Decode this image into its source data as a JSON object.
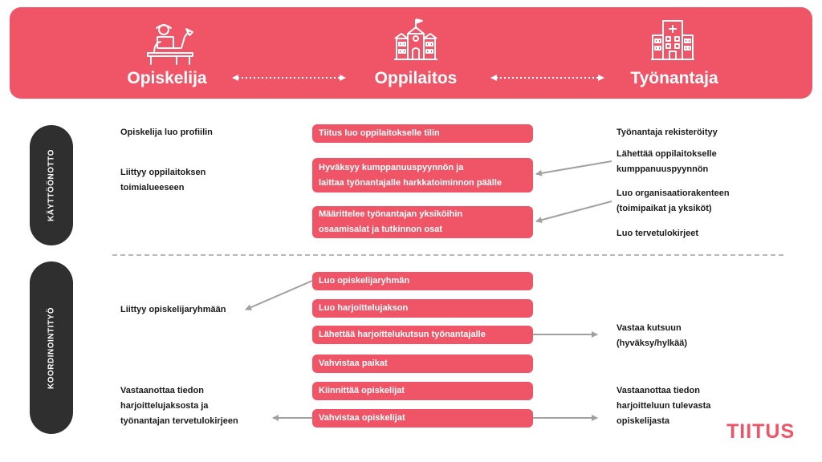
{
  "header": {
    "actors": [
      {
        "label": "Opiskelija",
        "icon": "student-at-desk-icon"
      },
      {
        "label": "Oppilaitos",
        "icon": "school-building-icon"
      },
      {
        "label": "Työnantaja",
        "icon": "hospital-building-icon"
      }
    ]
  },
  "sections": {
    "kayttoonotto": "KÄYTTÖÖNOTTO",
    "koordinointityo": "KOORDINOINTITYÖ"
  },
  "student": {
    "s1": "Opiskelija luo profiilin",
    "s2a": "Liittyy oppilaitoksen",
    "s2b": "toimialueeseen",
    "s3": "Liittyy opiskelijaryhmään",
    "s4a": "Vastaanottaa tiedon",
    "s4b": "harjoittelujaksosta ja",
    "s4c": "työnantajan tervetulokirjeen"
  },
  "school": {
    "b1": "Tiitus luo oppilaitokselle tilin",
    "b2a": "Hyväksyy kumppanuuspyynnön ja",
    "b2b": "laittaa työnantajalle harkkatoiminnon päälle",
    "b3a": "Määrittelee työnantajan yksiköihin",
    "b3b": "osaamisalat ja tutkinnon osat",
    "b4": "Luo opiskelijaryhmän",
    "b5": "Luo harjoittelujakson",
    "b6": "Lähettää harjoittelukutsun työnantajalle",
    "b7": "Vahvistaa paikat",
    "b8": "Kiinnittää opiskelijat",
    "b9": "Vahvistaa opiskelijat"
  },
  "employer": {
    "e1": "Työnantaja rekisteröityy",
    "e2a": "Lähettää oppilaitokselle",
    "e2b": "kumppanuuspyynnön",
    "e3a": "Luo organisaatiorakenteen",
    "e3b": "(toimipaikat ja yksiköt)",
    "e4": "Luo tervetulokirjeet",
    "e5a": "Vastaa kutsuun",
    "e5b": "(hyväksy/hylkää)",
    "e6a": "Vastaanottaa tiedon",
    "e6b": "harjoitteluun tulevasta",
    "e6c": "opiskelijasta"
  },
  "brand": "TIITUS",
  "colors": {
    "accent": "#ef5566",
    "dark": "#2f2f2f",
    "arrow": "#a0a0a0"
  }
}
